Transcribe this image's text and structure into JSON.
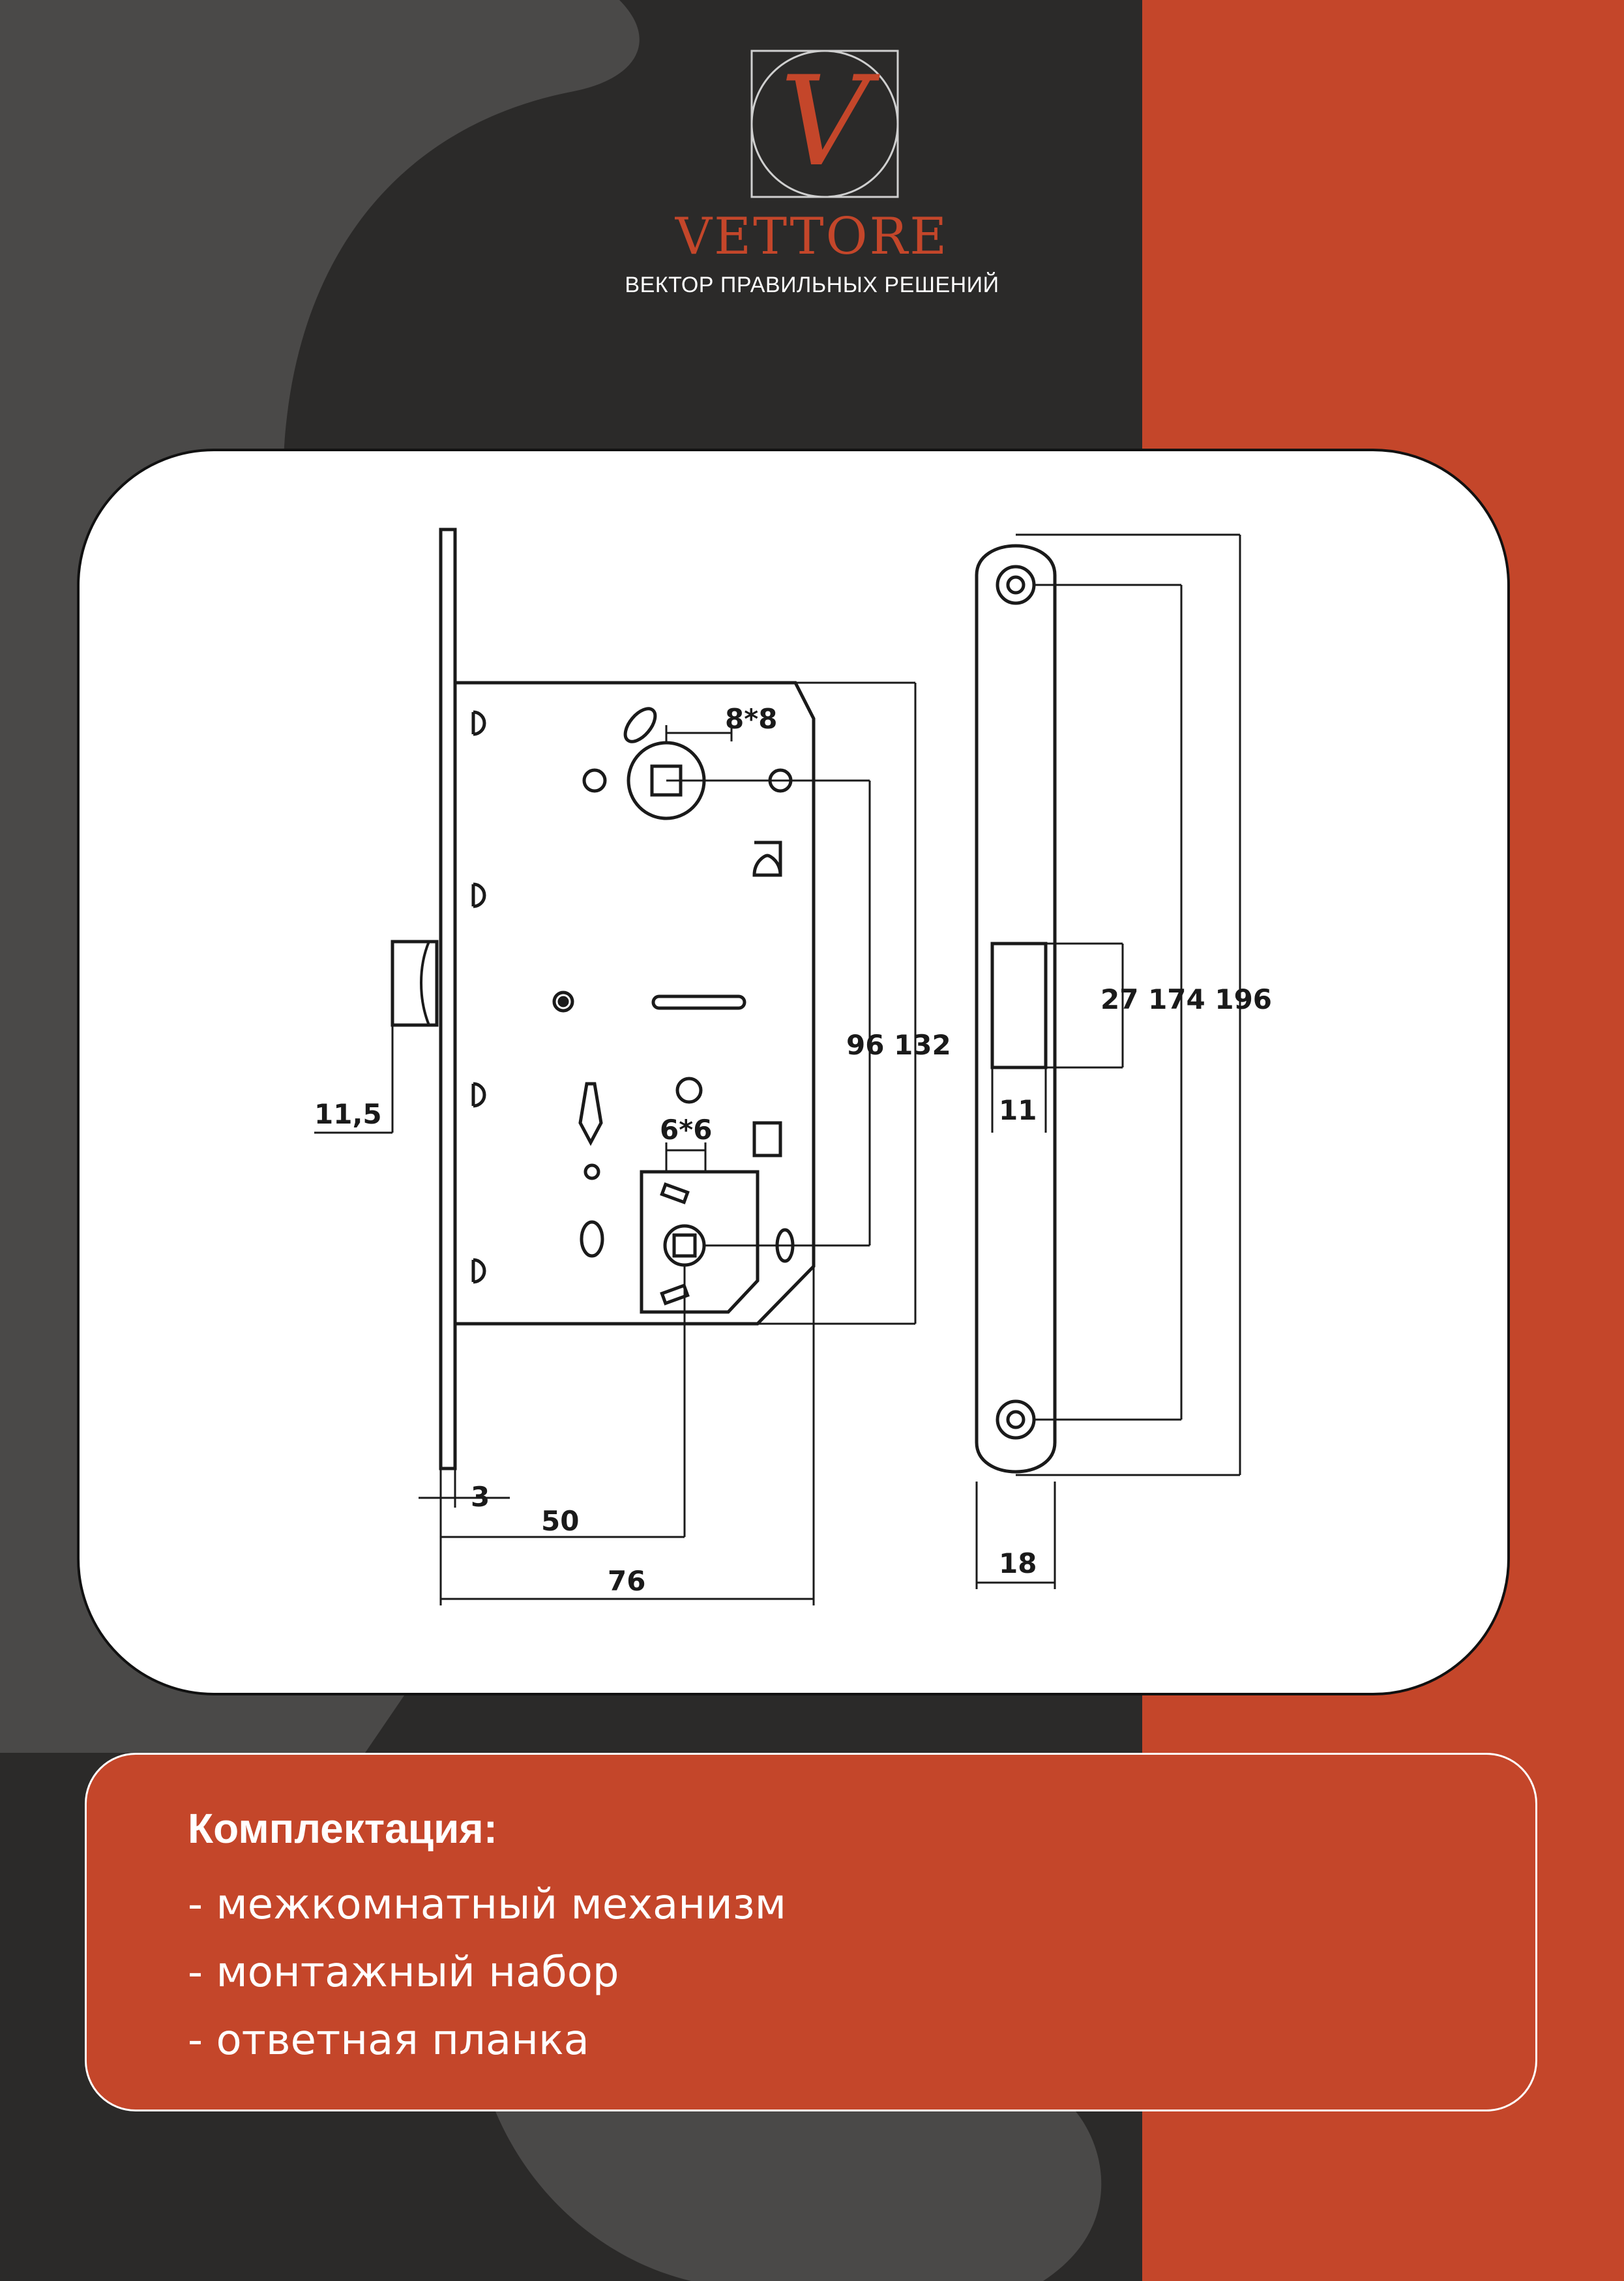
{
  "brand": {
    "logo_letter": "V",
    "name": "VETTORE",
    "tagline": "ВЕКТОР ПРАВИЛЬНЫХ РЕШЕНИЙ"
  },
  "colors": {
    "background": "#2b2a29",
    "accent": "#c4462a",
    "swoosh": "#4a4948",
    "card": "#ffffff"
  },
  "drawing": {
    "dimensions": {
      "spindle": "8*8",
      "latch_to_bottom": "96 132",
      "turn_spindle": "6*6",
      "latch_offset": "11,5",
      "plate_thickness": "3",
      "backset": "50",
      "body_depth": "76",
      "strike_heights": "27 174 196",
      "strike_opening": "11",
      "strike_width": "18"
    }
  },
  "spec": {
    "title": "Комплектация:",
    "items": [
      "- межкомнатный механизм",
      "- монтажный набор",
      "- ответная планка"
    ]
  }
}
